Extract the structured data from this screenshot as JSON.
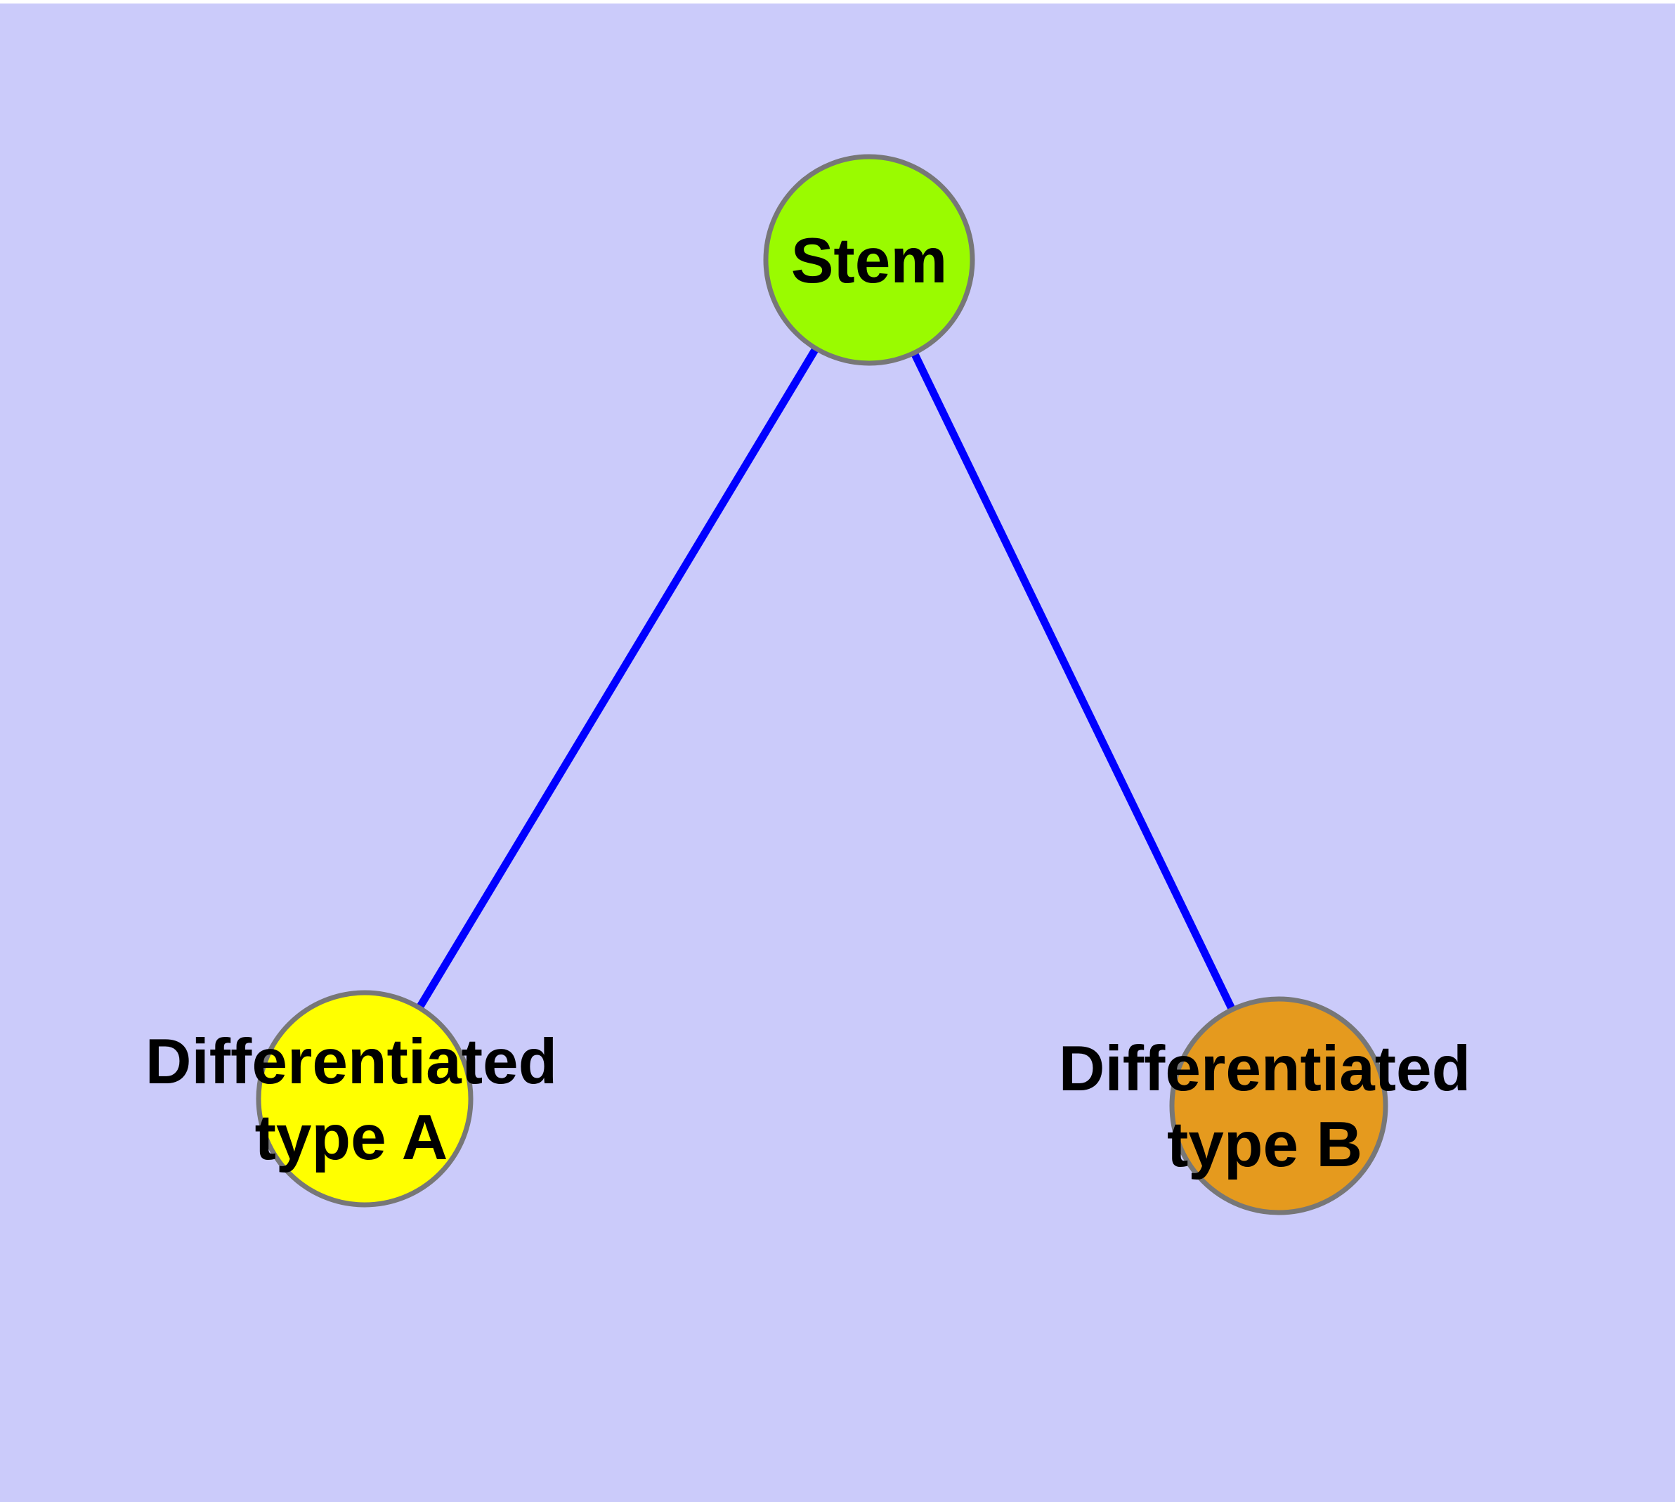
{
  "colors": {
    "background": "#CBCBFA",
    "top_strip": "#FFFFFF",
    "node_border": "#777777",
    "edge": "#0000FF",
    "label": "#000000"
  },
  "graph": {
    "nodes": [
      {
        "id": "stem",
        "label": "Stem",
        "fill": "#9AFB00"
      },
      {
        "id": "differentiated-type-a",
        "label": "Differentiated type A",
        "label_lines": [
          "Differentiated",
          "type A"
        ],
        "fill": "#FFFF00"
      },
      {
        "id": "differentiated-type-b",
        "label": "Differentiated type B",
        "label_lines": [
          "Differentiated",
          "type B"
        ],
        "fill": "#E59A1E"
      }
    ],
    "edges": [
      {
        "from": "stem",
        "to": "differentiated-type-a"
      },
      {
        "from": "stem",
        "to": "differentiated-type-b"
      }
    ]
  }
}
